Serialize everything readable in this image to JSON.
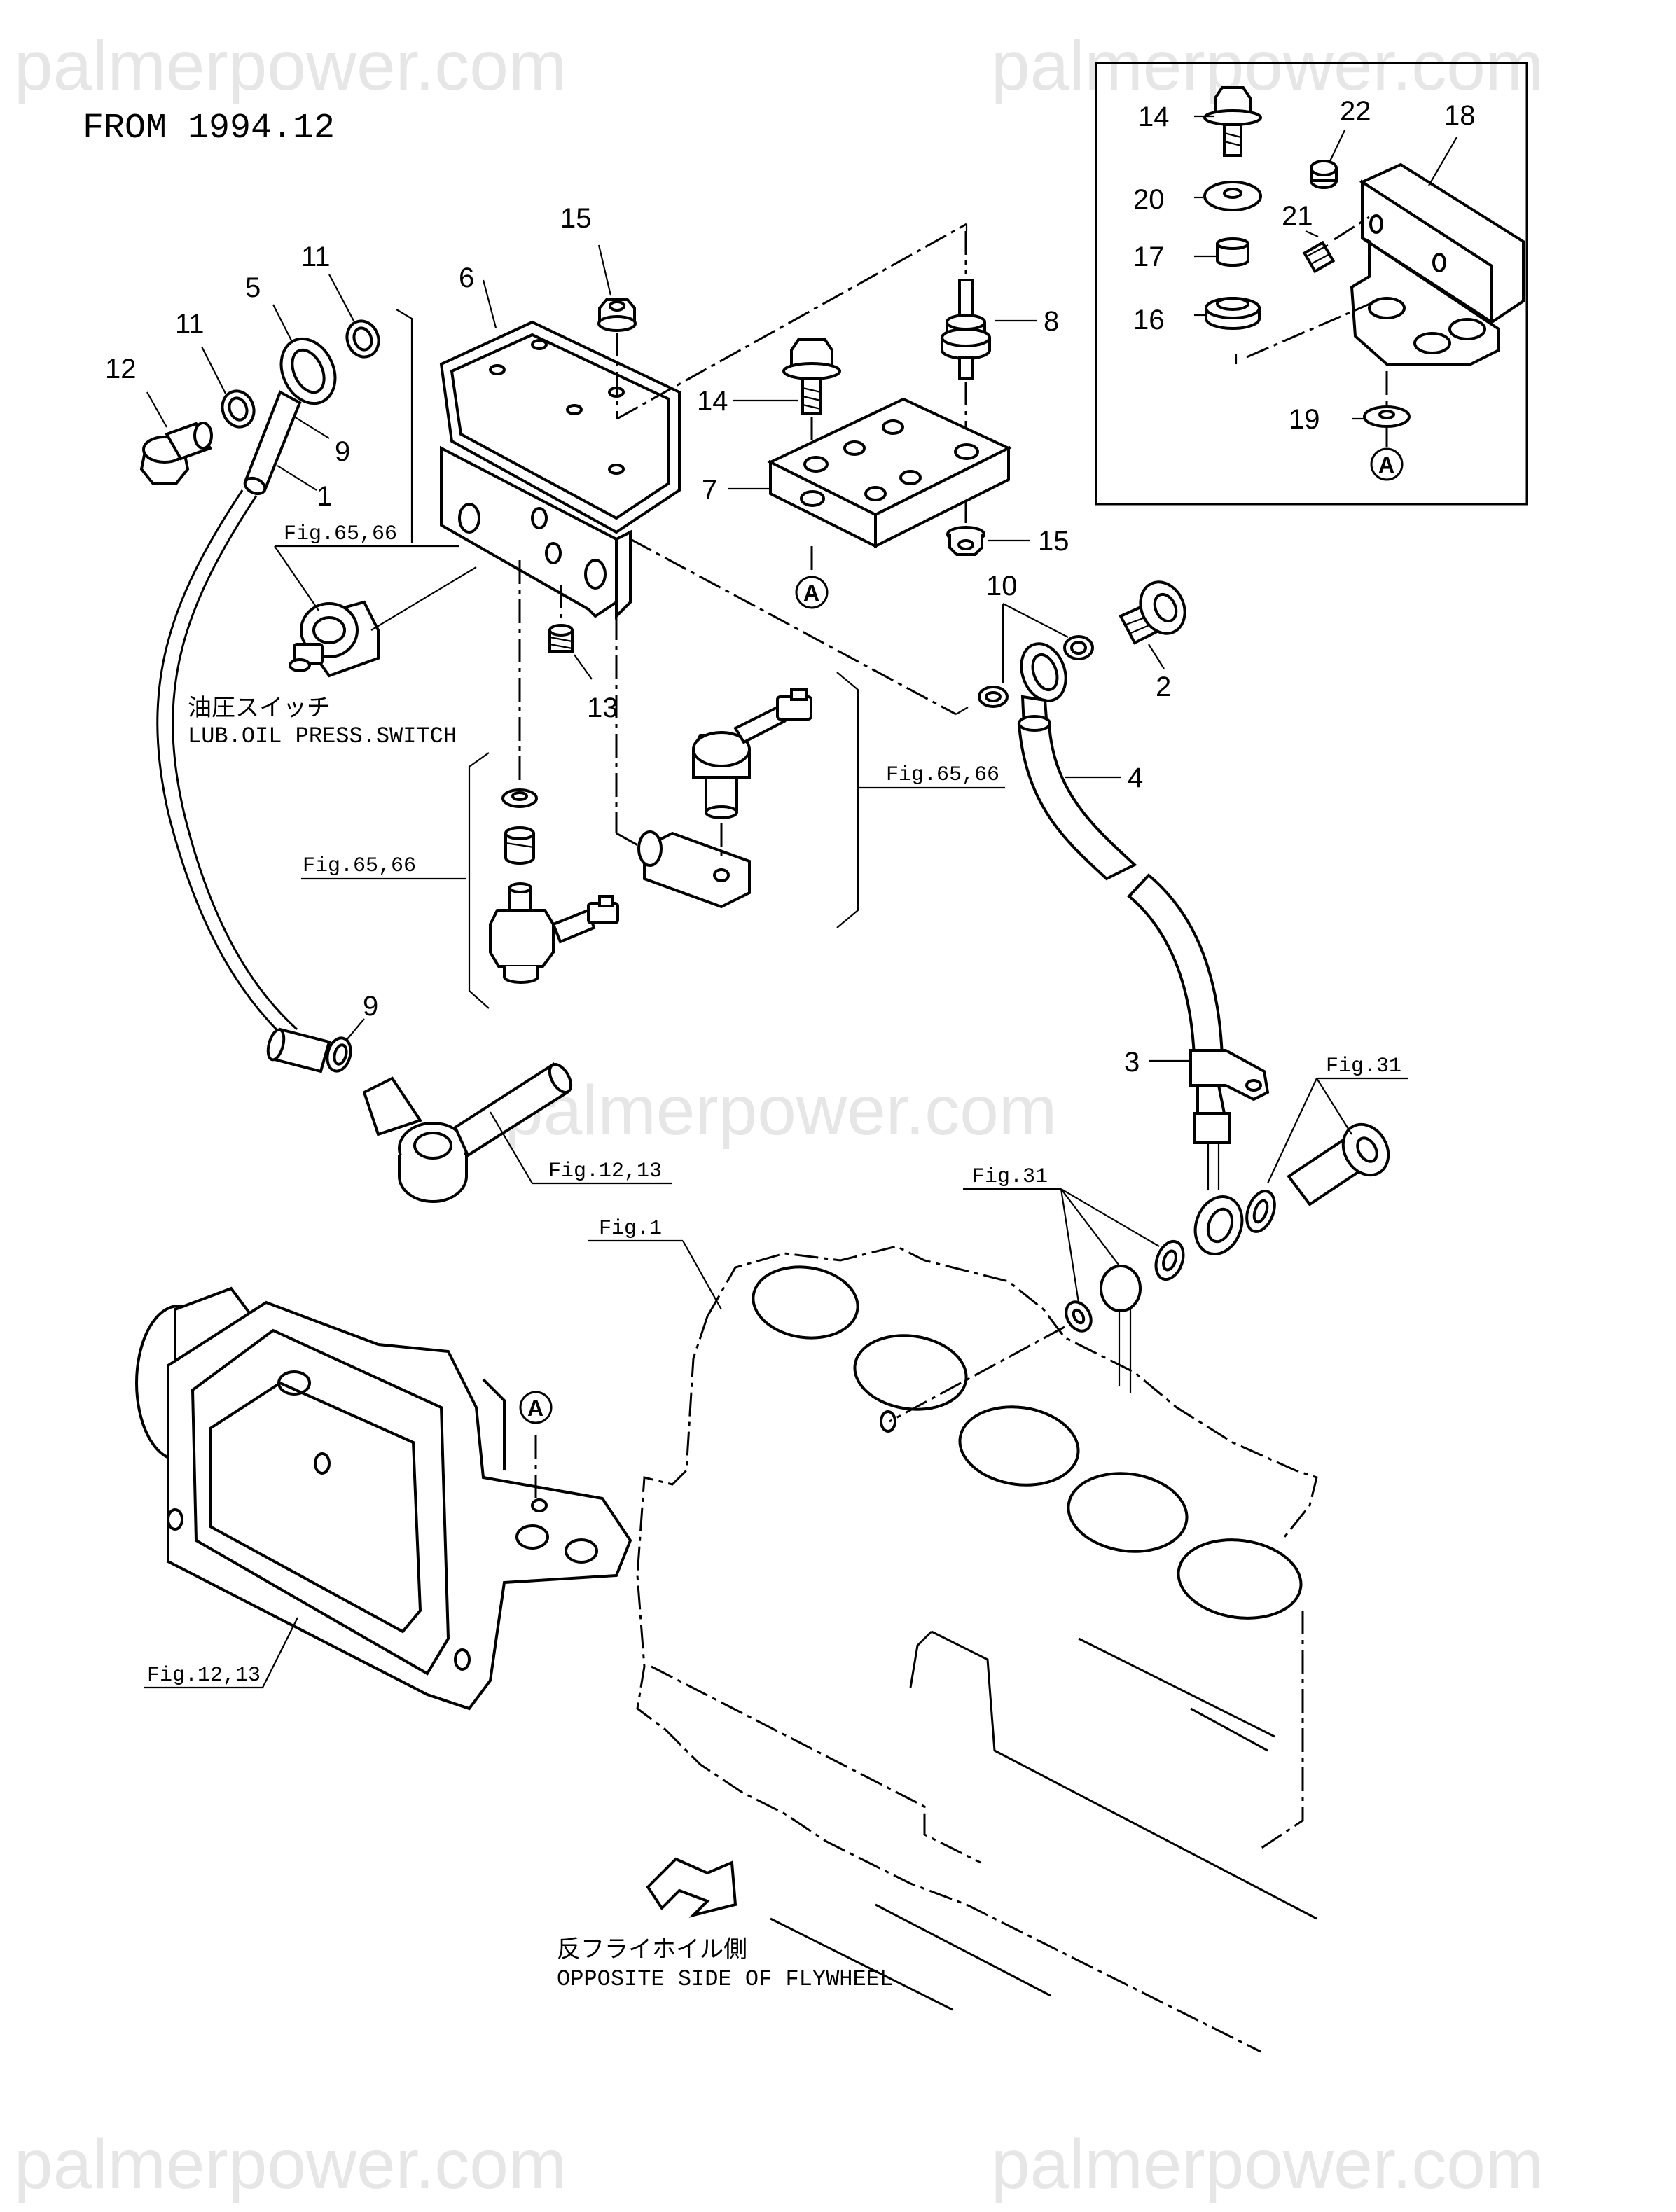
{
  "header": {
    "title": "FROM 1994.12"
  },
  "watermark": {
    "text": "palmerpower.com"
  },
  "callouts": {
    "n1": "1",
    "n2": "2",
    "n3": "3",
    "n4": "4",
    "n5": "5",
    "n6": "6",
    "n7": "7",
    "n8": "8",
    "n9a": "9",
    "n9b": "9",
    "n10": "10",
    "n11a": "11",
    "n11b": "11",
    "n12": "12",
    "n13": "13",
    "n14a": "14",
    "n14b": "14",
    "n15a": "15",
    "n15b": "15",
    "n16": "16",
    "n17": "17",
    "n18": "18",
    "n19": "19",
    "n20": "20",
    "n21": "21",
    "n22": "22"
  },
  "figure_refs": {
    "f6566a": "Fig.65,66",
    "f6566b": "Fig.65,66",
    "f6566c": "Fig.65,66",
    "f1213a": "Fig.12,13",
    "f1213b": "Fig.12,13",
    "f31a": "Fig.31",
    "f31b": "Fig.31",
    "f1": "Fig.1"
  },
  "markers": {
    "a1": "A",
    "a2": "A",
    "a3": "A"
  },
  "captions": {
    "switch_jp": "油圧スイッチ",
    "switch_en": "LUB.OIL PRESS.SWITCH",
    "flywheel_jp": "反フライホイル側",
    "flywheel_en": "OPPOSITE SIDE OF FLYWHEEL"
  }
}
